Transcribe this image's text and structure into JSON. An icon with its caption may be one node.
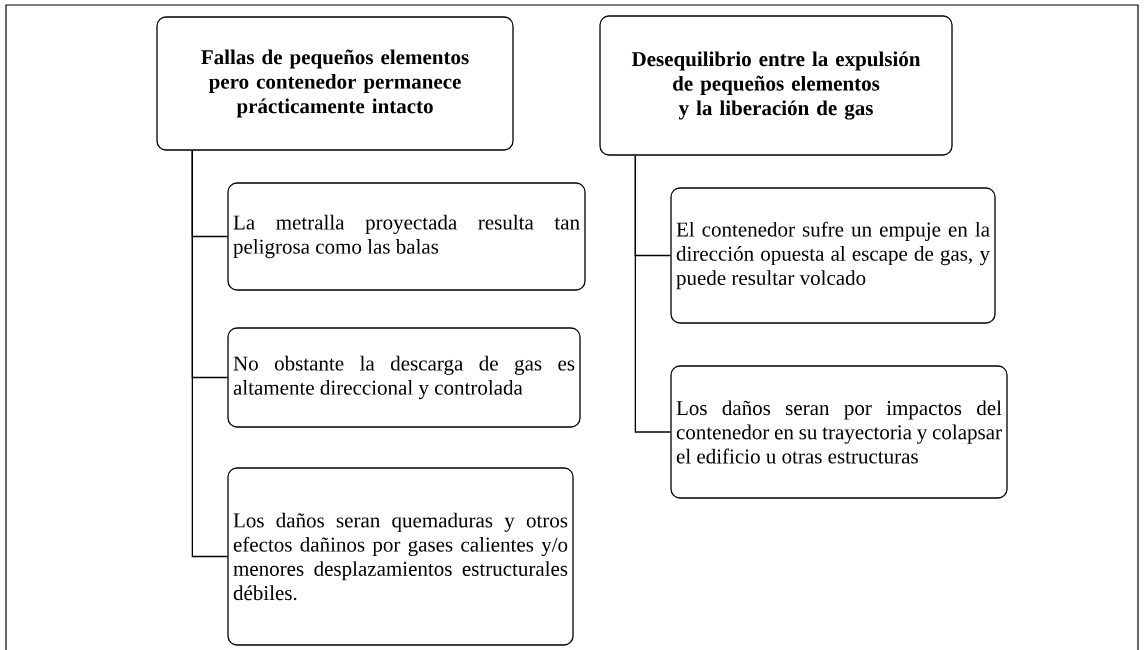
{
  "diagram": {
    "nodes": [
      {
        "text": [
          "Fallas de pequeños elementos pero contenedor permanece prácticamente intacto"
        ]
      },
      {
        "text": [
          "La metralla proyectada resulta tan peligrosa como las balas"
        ]
      },
      {
        "text": [
          "No obstante la descarga de gas es altamente direccional y controlada"
        ]
      },
      {
        "text": [
          "Los daños seran quemaduras y otros efectos dañinos por gases calientes y/o menores desplazamientos estructurales débiles."
        ]
      },
      {
        "text": [
          "Desequilibrio entre la expulsión de pequeños elementos y la liberación de gas"
        ]
      },
      {
        "text": [
          "El contenedor sufre un empuje en la dirección opuesta al escape de gas, y puede resultar volcado"
        ]
      },
      {
        "text": [
          "Los daños seran por impactos del contenedor en su trayectoria y colapsar el edificio u otras estructuras"
        ]
      }
    ],
    "edges": [
      {
        "from": 0,
        "to": 1,
        "arrow": "none"
      },
      {
        "from": 0,
        "to": 2,
        "arrow": "none"
      },
      {
        "from": 0,
        "to": 3,
        "arrow": "none"
      },
      {
        "from": 4,
        "to": 5,
        "arrow": "none"
      },
      {
        "from": 4,
        "to": 6,
        "arrow": "none"
      }
    ]
  }
}
